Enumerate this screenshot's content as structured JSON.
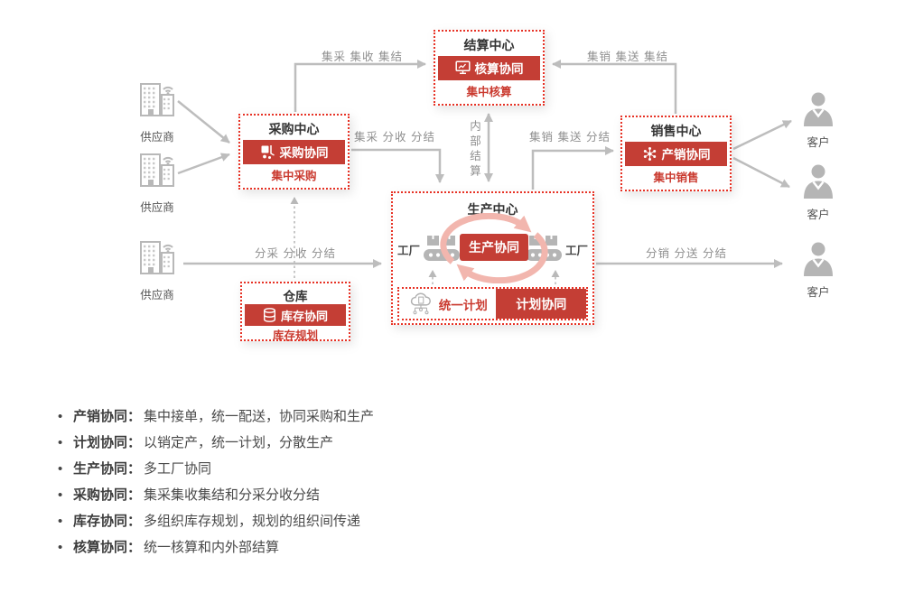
{
  "colors": {
    "accent_red": "#c43e35",
    "dashed_border_red": "#e73225",
    "sub_text_red": "#ca3a2f",
    "cycle_salmon": "#f2b6ae",
    "arrow_gray": "#bdbdbd",
    "icon_gray": "#b5b5b5"
  },
  "diagram": {
    "nodes": {
      "settlement": {
        "title": "结算中心",
        "button": "核算协同",
        "sub": "集中核算"
      },
      "procurement": {
        "title": "采购中心",
        "button": "采购协同",
        "sub": "集中采购"
      },
      "sales": {
        "title": "销售中心",
        "button": "产销协同",
        "sub": "集中销售"
      },
      "warehouse": {
        "title": "仓库",
        "button": "库存协同",
        "sub": "库存规划"
      },
      "production": {
        "title": "生产中心",
        "cycle_button": "生产协同",
        "factory_left": "工厂",
        "factory_right": "工厂",
        "plan_label": "统一计划",
        "plan_button": "计划协同"
      }
    },
    "actors": {
      "suppliers": [
        "供应商",
        "供应商",
        "供应商"
      ],
      "customers": [
        "客户",
        "客户",
        "客户"
      ]
    },
    "arrow_labels": {
      "proc_to_settlement": "集采 集收 集结",
      "sales_to_settlement": "集销 集送 集结",
      "proc_to_production": "集采 分收 分结",
      "production_to_sales": "集销 集送 分结",
      "supplier_to_production": "分采 分收 分结",
      "production_to_customer": "分销 分送 分结",
      "internal_settlement": "内部结算"
    }
  },
  "legend": {
    "items": [
      {
        "term": "产销协同：",
        "desc": "集中接单，统一配送，协同采购和生产"
      },
      {
        "term": "计划协同：",
        "desc": "以销定产，统一计划，分散生产"
      },
      {
        "term": "生产协同：",
        "desc": "多工厂协同"
      },
      {
        "term": "采购协同：",
        "desc": "集采集收集结和分采分收分结"
      },
      {
        "term": "库存协同：",
        "desc": "多组织库存规划，规划的组织间传递"
      },
      {
        "term": "核算协同：",
        "desc": "统一核算和内外部结算"
      }
    ]
  }
}
